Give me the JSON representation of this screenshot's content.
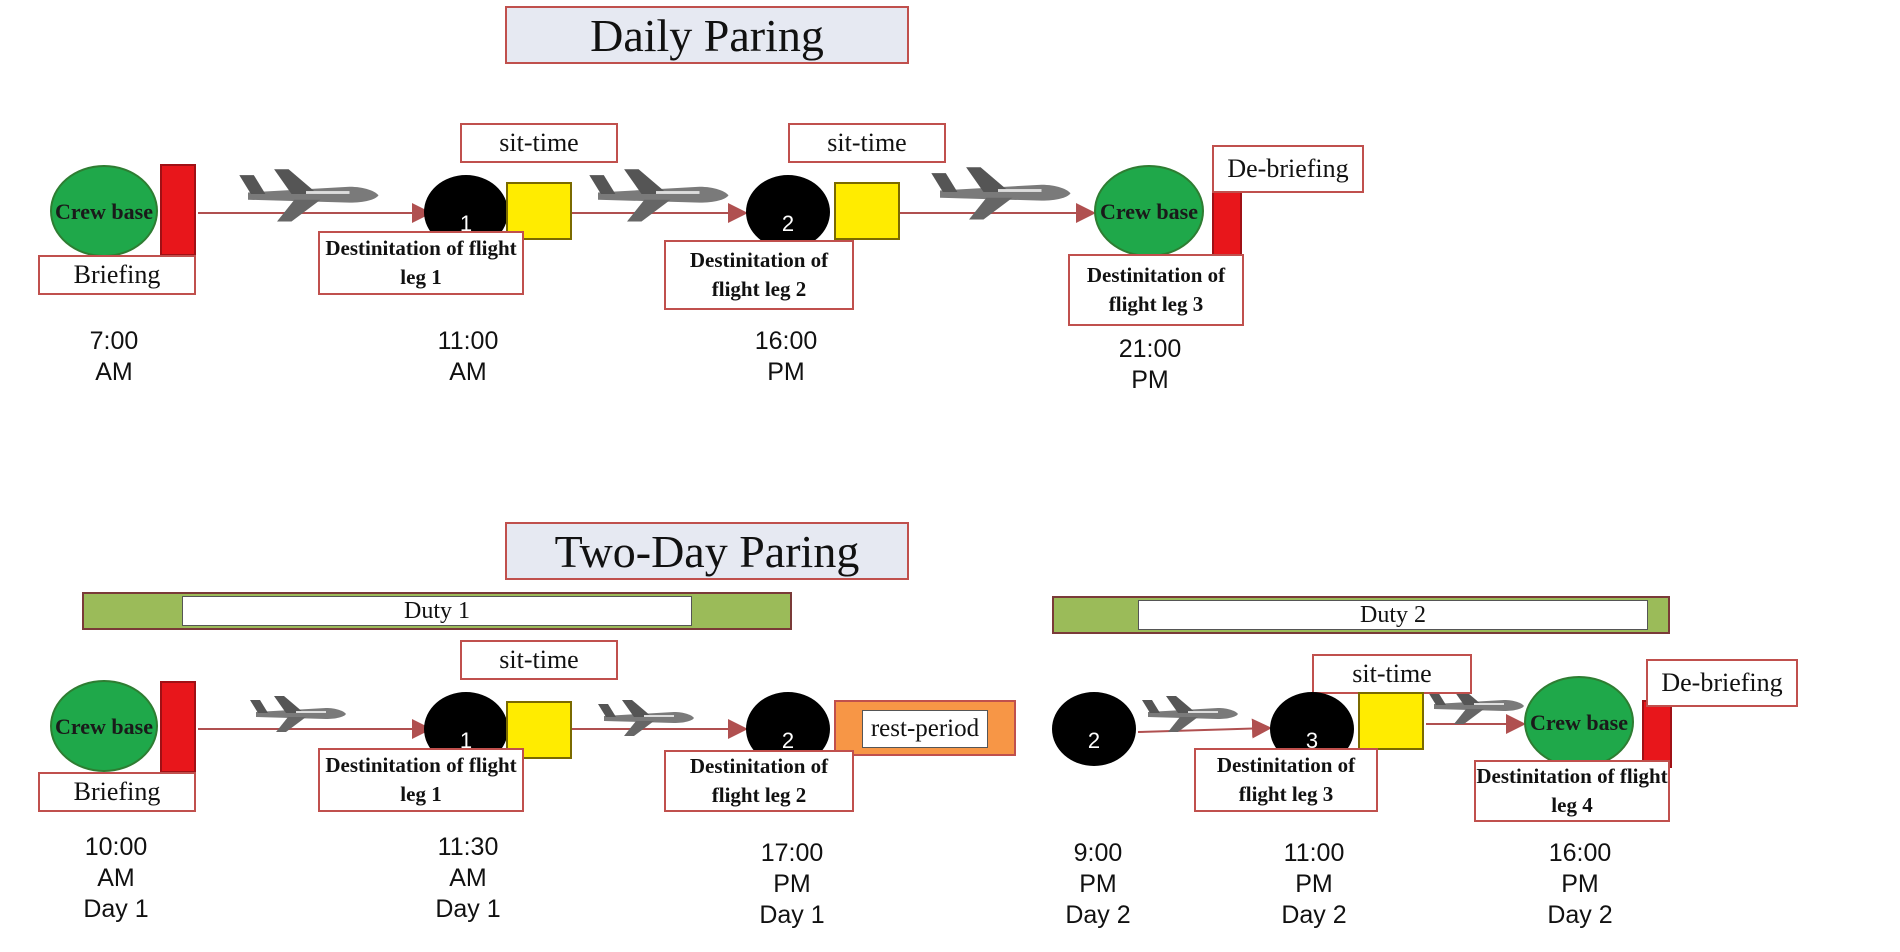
{
  "daily": {
    "title": "Daily Paring",
    "crew_base_1": "Crew base",
    "briefing": "Briefing",
    "sit_time_1": "sit-time",
    "sit_time_2": "sit-time",
    "node_1": "1",
    "node_2": "2",
    "dest_1": "Destinitation of flight leg 1",
    "dest_2": "Destinitation of flight leg 2",
    "crew_base_2": "Crew base",
    "dest_3": "Destinitation of   flight leg 3",
    "debriefing": "De-briefing",
    "times": [
      "7:00\nAM",
      "11:00\nAM",
      "16:00\nPM",
      "21:00\nPM"
    ]
  },
  "twoday": {
    "title": "Two-Day Paring",
    "duty_1": "Duty 1",
    "duty_2": "Duty 2",
    "crew_base_1": "Crew base",
    "briefing": "Briefing",
    "sit_time_1": "sit-time",
    "sit_time_2": "sit-time",
    "node_1": "1",
    "node_2a": "2",
    "node_2b": "2",
    "node_3": "3",
    "rest_period": "rest-period",
    "dest_1": "Destinitation of flight leg 1",
    "dest_2": "Destinitation of flight leg 2",
    "dest_3": "Destinitation of flight leg 3",
    "dest_4": "Destinitation of flight leg 4",
    "crew_base_2": "Crew base",
    "debriefing": "De-briefing",
    "times": [
      "10:00\nAM\nDay 1",
      "11:30\nAM\nDay 1",
      "17:00\nPM\nDay 1",
      "9:00\nPM\nDay 2",
      "11:00\nPM\nDay 2",
      "16:00\nPM\nDay 2"
    ]
  }
}
